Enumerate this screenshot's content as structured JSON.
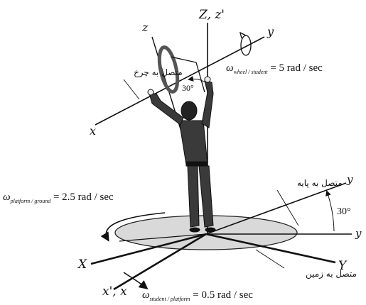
{
  "axes": {
    "Z_zprime": "Z, z'",
    "z": "z",
    "y_top": "y",
    "x_upper": "x",
    "X": "X",
    "Y": "Y",
    "xprime_x": "x', x",
    "y_right": "y",
    "y_lower": "y"
  },
  "angles": {
    "upper": "30°",
    "lower": "30°"
  },
  "labels_fa": {
    "wheel_attached": "متصل به چرخ",
    "base_attached": "متصل به پایه",
    "ground_attached": "متصل به زمین"
  },
  "equations": {
    "wheel": {
      "omega": "ω",
      "sub": "wheel / student",
      "rhs": " = 5 rad / sec"
    },
    "platform": {
      "omega": "ω",
      "sub": "platform / ground",
      "rhs": " = 2.5 rad / sec"
    },
    "student": {
      "omega": "ω",
      "sub": "student / platform",
      "rhs": " = 0.5 rad / sec"
    }
  }
}
